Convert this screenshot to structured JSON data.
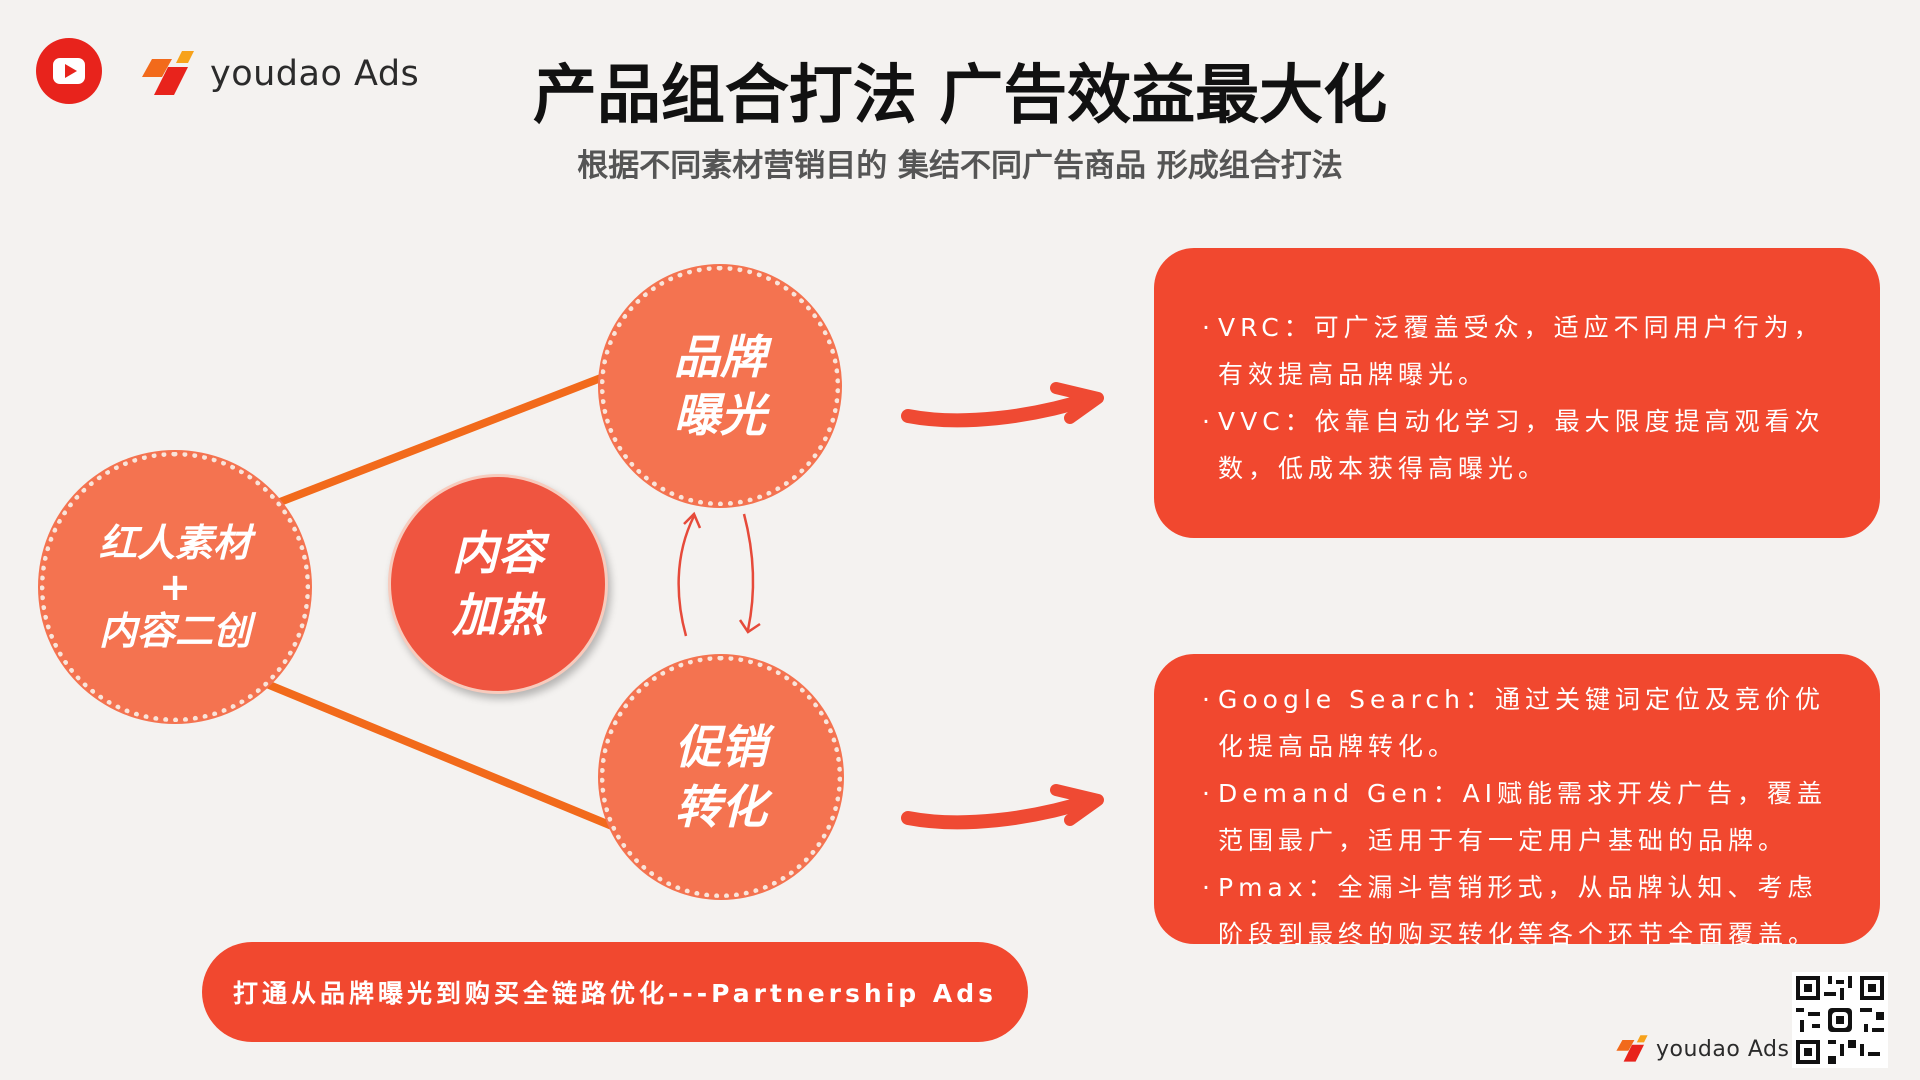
{
  "header": {
    "brand_name": "youdao Ads",
    "title": "产品组合打法 广告效益最大化",
    "subtitle": "根据不同素材营销目的 集结不同广告商品 形成组合打法"
  },
  "nodes": {
    "left": {
      "line1": "红人素材",
      "line2": "+",
      "line3": "内容二创"
    },
    "brand": {
      "line1": "品牌",
      "line2": "曝光"
    },
    "hot": {
      "line1": "内容",
      "line2": "加热"
    },
    "promo": {
      "line1": "促销",
      "line2": "转化"
    }
  },
  "top_box": {
    "items": [
      "VRC：可广泛覆盖受众，适应不同用户行为，有效提高品牌曝光。",
      "VVC：依靠自动化学习，最大限度提高观看次数，低成本获得高曝光。"
    ]
  },
  "bottom_box": {
    "items": [
      "Google Search：通过关键词定位及竞价优化提高品牌转化。",
      "Demand Gen：AI赋能需求开发广告，覆盖范围最广，适用于有一定用户基础的品牌。",
      "Pmax：全漏斗营销形式，从品牌认知、考虑阶段到最终的购买转化等各个环节全面覆盖。"
    ]
  },
  "banner": {
    "text": "打通从品牌曝光到购买全链路优化---Partnership Ads"
  },
  "footer": {
    "brand_name": "youdao Ads"
  },
  "colors": {
    "accent": "#f1482f",
    "circle": "#f47350",
    "line": "#f26a1b",
    "youtube": "#e8231c"
  },
  "icons": {
    "youtube": "youtube-play-icon",
    "brand": "youdao-logo-icon",
    "qr": "qr-code-icon"
  }
}
